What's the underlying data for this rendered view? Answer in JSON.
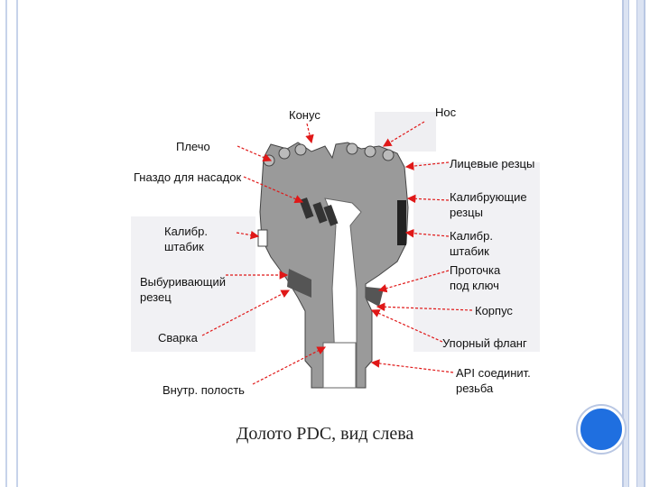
{
  "caption": "Долото PDC, вид слева",
  "labels": {
    "konus": "Конус",
    "nos": "Нос",
    "plecho": "Плечо",
    "gnezdo": "Гназдо для насадок",
    "licevye": "Лицевые резцы",
    "kalibr_shtabik_left": "Калибр.\nштабик",
    "kalibruyushchie": "Калибрующие\nрезцы",
    "kalibr_shtabik_right": "Калибр.\nштабик",
    "vyburivayushchiy": "Выбуривающий\nрезец",
    "protochka": "Проточка\nпод ключ",
    "korpus": "Корпус",
    "svarka": "Сварка",
    "upornyy": "Упорный фланг",
    "vnutr": "Внутр. полость",
    "api": "API соединит.\nрезьба"
  },
  "colors": {
    "arrow": "#e01818",
    "body": "#9a9a9a",
    "accent": "#1f6fe0"
  }
}
